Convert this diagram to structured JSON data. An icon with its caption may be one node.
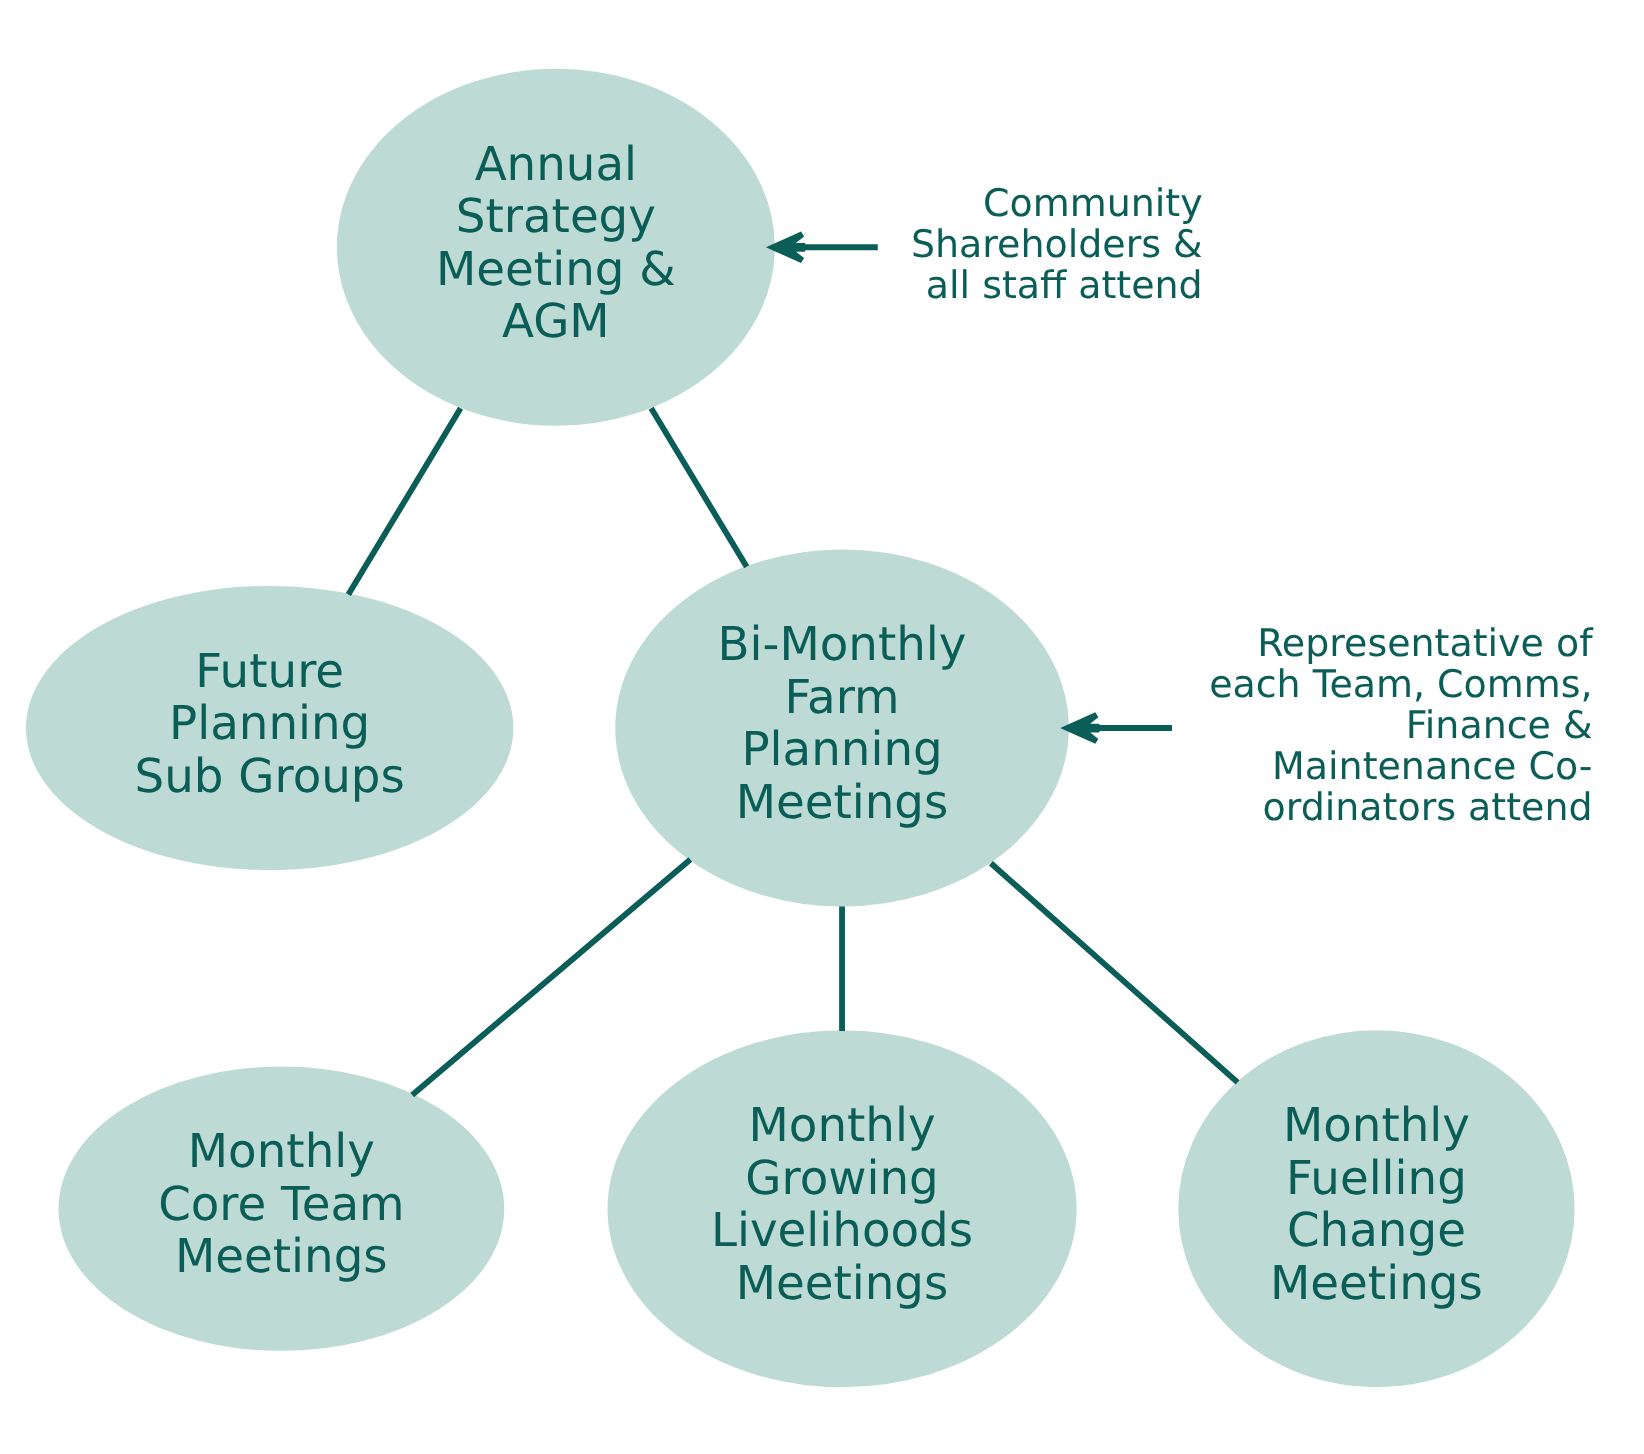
{
  "diagram": {
    "nodes": [
      {
        "text": [
          "Annual Strategy Meeting & AGM"
        ]
      },
      {
        "text": [
          "Community Shareholders & all staff attend"
        ]
      },
      {
        "text": [
          "Future Planning Sub Groups"
        ]
      },
      {
        "text": [
          "Bi-Monthly Farm Planning Meetings"
        ]
      },
      {
        "text": [
          "Representative of each Team, Comms, Finance & Maintenance Co-ordinators attend"
        ]
      },
      {
        "text": [
          "Monthly Core Team Meetings"
        ]
      },
      {
        "text": [
          "Monthly Growing Livelihoods Meetings"
        ]
      },
      {
        "text": [
          "Monthly Fuelling Change Meetings"
        ]
      }
    ],
    "edges": [
      {
        "from": 1,
        "to": 0,
        "arrow": "to"
      },
      {
        "from": 0,
        "to": 2,
        "arrow": "none"
      },
      {
        "from": 0,
        "to": 3,
        "arrow": "none"
      },
      {
        "from": 4,
        "to": 3,
        "arrow": "to"
      },
      {
        "from": 3,
        "to": 5,
        "arrow": "none"
      },
      {
        "from": 3,
        "to": 6,
        "arrow": "none"
      },
      {
        "from": 3,
        "to": 7,
        "arrow": "none"
      }
    ]
  }
}
